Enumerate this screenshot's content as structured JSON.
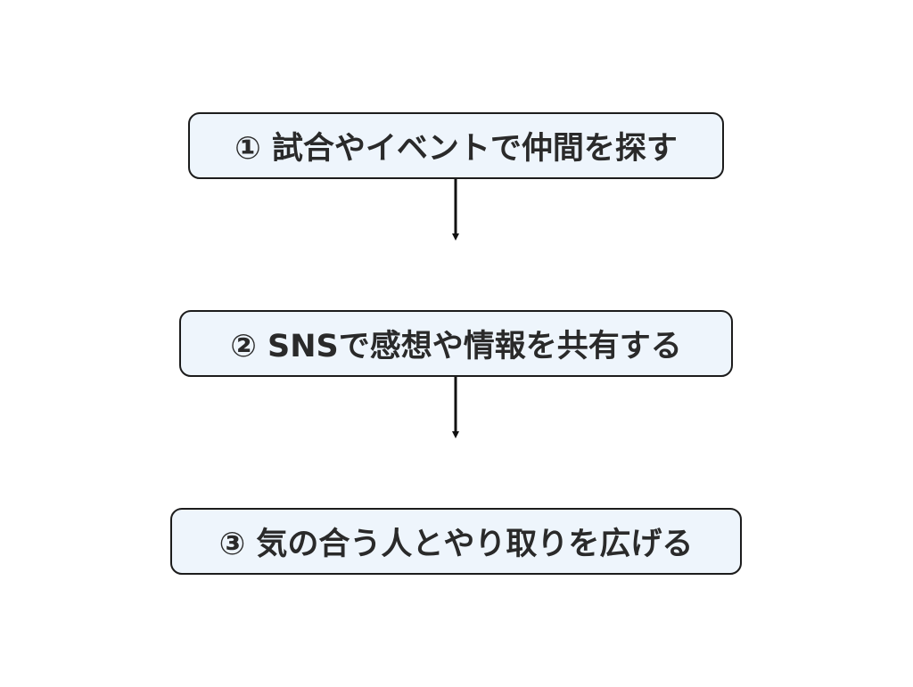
{
  "steps": [
    {
      "label": "① 試合やイベントで仲間を探す"
    },
    {
      "label": "② SNSで感想や情報を共有する"
    },
    {
      "label": "③ 気の合う人とやり取りを広げる"
    }
  ],
  "colors": {
    "box_fill": "#eef5fc",
    "box_border": "#1c1c1c",
    "text": "#2a2a2a",
    "arrow": "#111111"
  }
}
